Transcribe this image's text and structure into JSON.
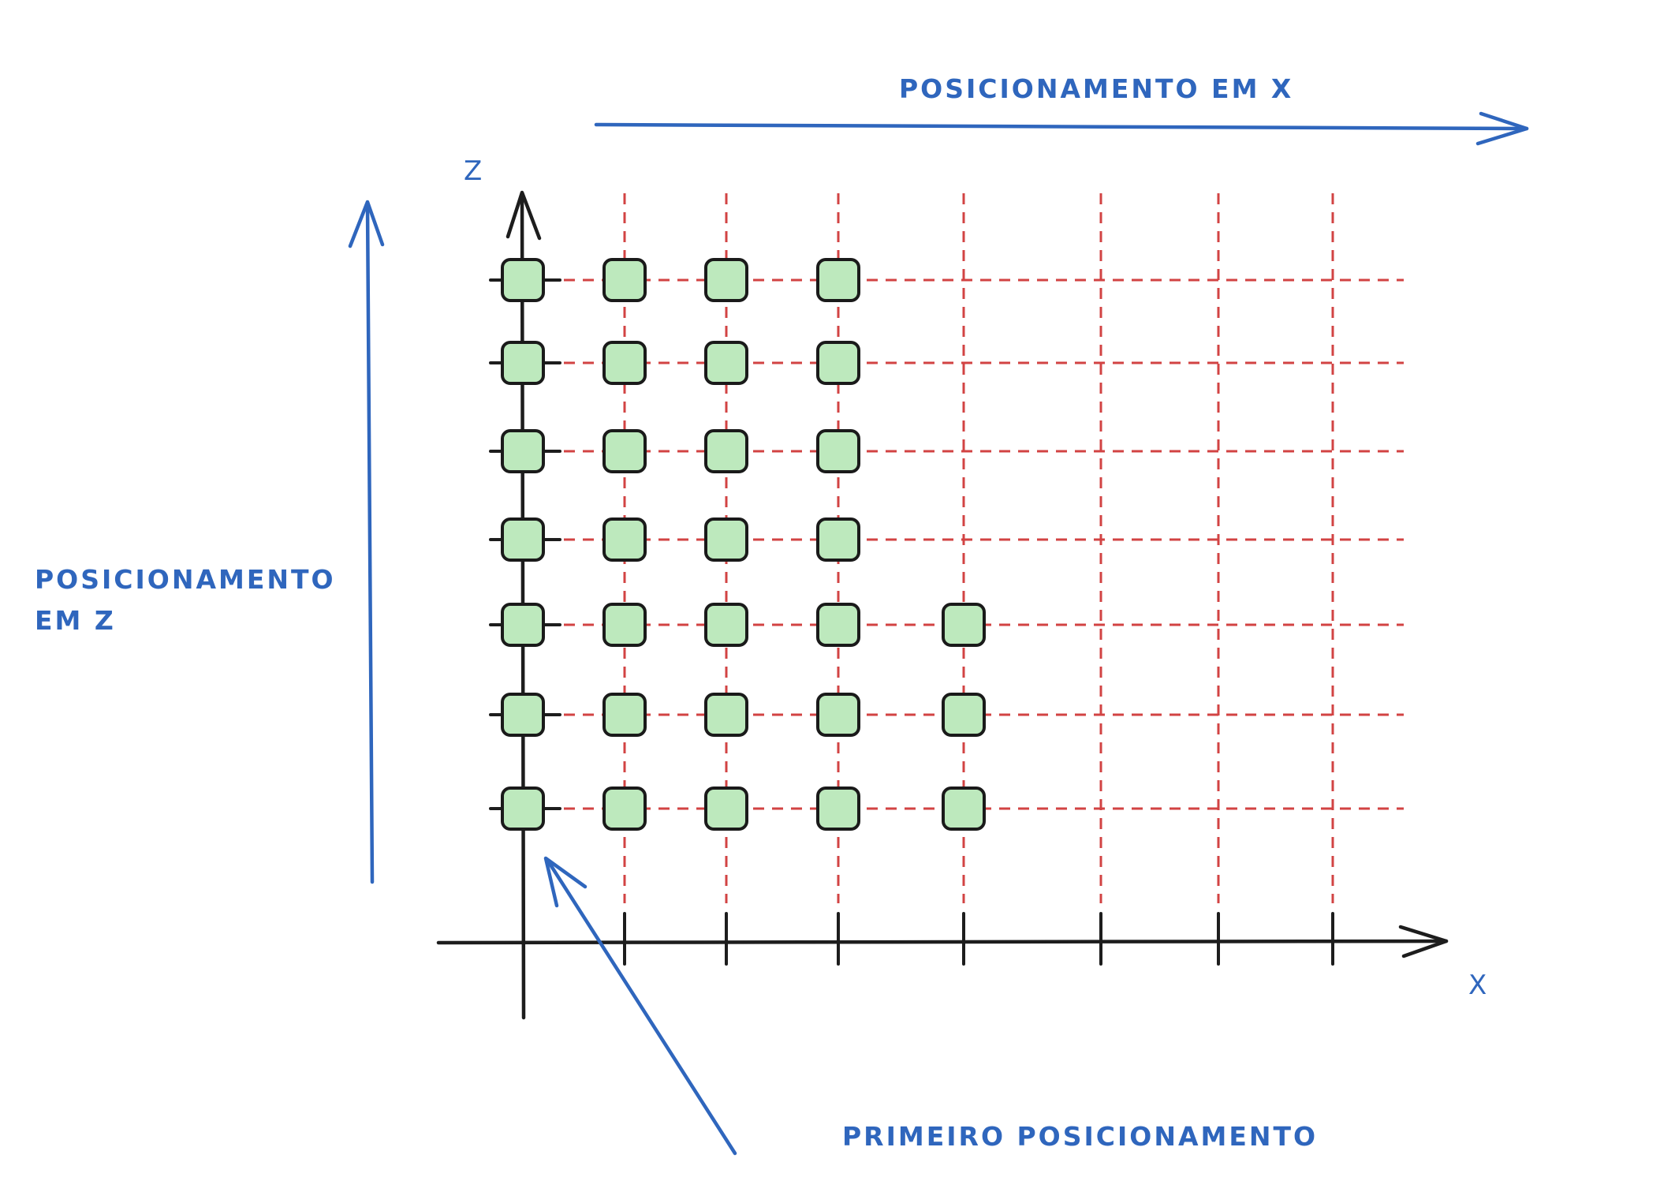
{
  "labels": {
    "x_direction": "POSICIONAMENTO EM X",
    "z_direction_line1": "POSICIONAMENTO",
    "z_direction_line2": "EM Z",
    "first_position": "PRIMEIRO POSICIONAMENTO",
    "axis_x": "X",
    "axis_z": "Z"
  },
  "grid": {
    "columns": 8,
    "rows": 7,
    "filled_columns_per_row_top_to_bottom": [
      4,
      4,
      4,
      4,
      5,
      5,
      5
    ]
  },
  "colors": {
    "annotation": "#2f66bd",
    "grid_dashed": "#d24343",
    "cell_fill": "#bde9bd",
    "axis": "#1d1d1d"
  }
}
